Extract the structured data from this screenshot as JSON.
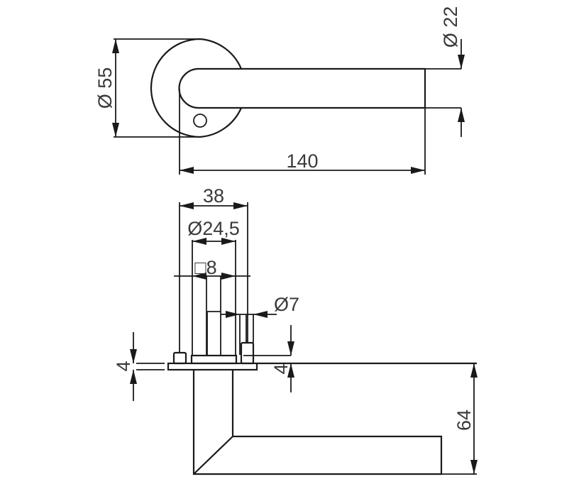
{
  "title": "Door lever handle technical drawing",
  "top_view": {
    "rose_diameter": "Ø 55",
    "lever_diameter": "Ø 22",
    "lever_length": "140"
  },
  "side_view": {
    "rose_width": "38",
    "rose_boss_diameter": "Ø24,5",
    "spindle_square": "□8",
    "screw_diameter": "Ø7",
    "plate_thickness_left": "4",
    "plate_thickness_right": "4",
    "lever_projection": "64"
  },
  "colors": {
    "line": "#1a1a1a",
    "text": "#3a3a3a"
  }
}
